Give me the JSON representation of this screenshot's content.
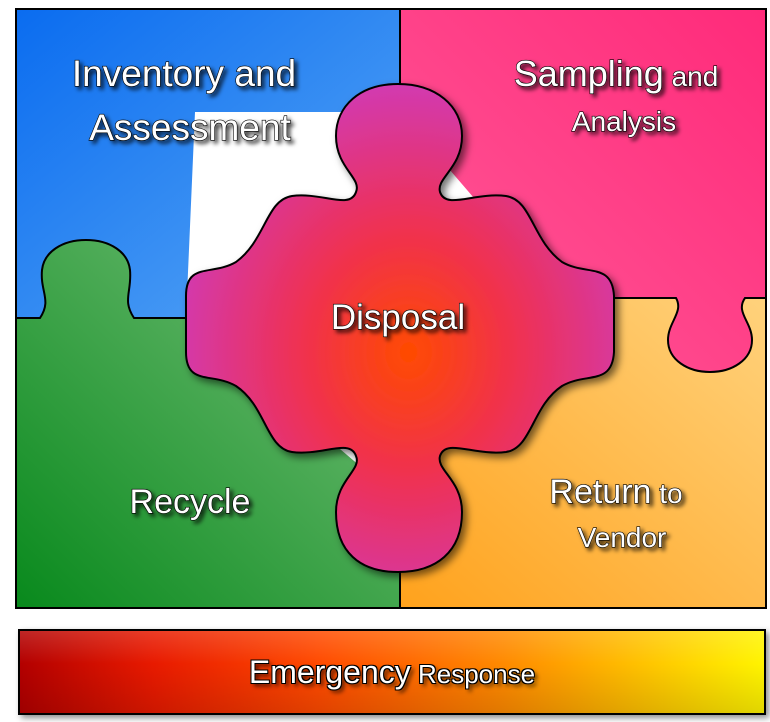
{
  "pieces": {
    "inventory": {
      "line1": "Inventory and",
      "line2": "Assessment",
      "color": "#2a8cf5"
    },
    "sampling": {
      "line1_big": "Sampling",
      "line1_small": " and",
      "line2": "Analysis",
      "color": "#ff3e86"
    },
    "recycle": {
      "label": "Recycle",
      "color": "#2f9a3a"
    },
    "return": {
      "line1_big": "Return",
      "line1_small": " to",
      "line2": "Vendor",
      "color": "#ffb23e"
    },
    "disposal": {
      "label": "Disposal",
      "color": "#e8305a"
    }
  },
  "emergency": {
    "big": "Emergency",
    "small": " Response"
  }
}
